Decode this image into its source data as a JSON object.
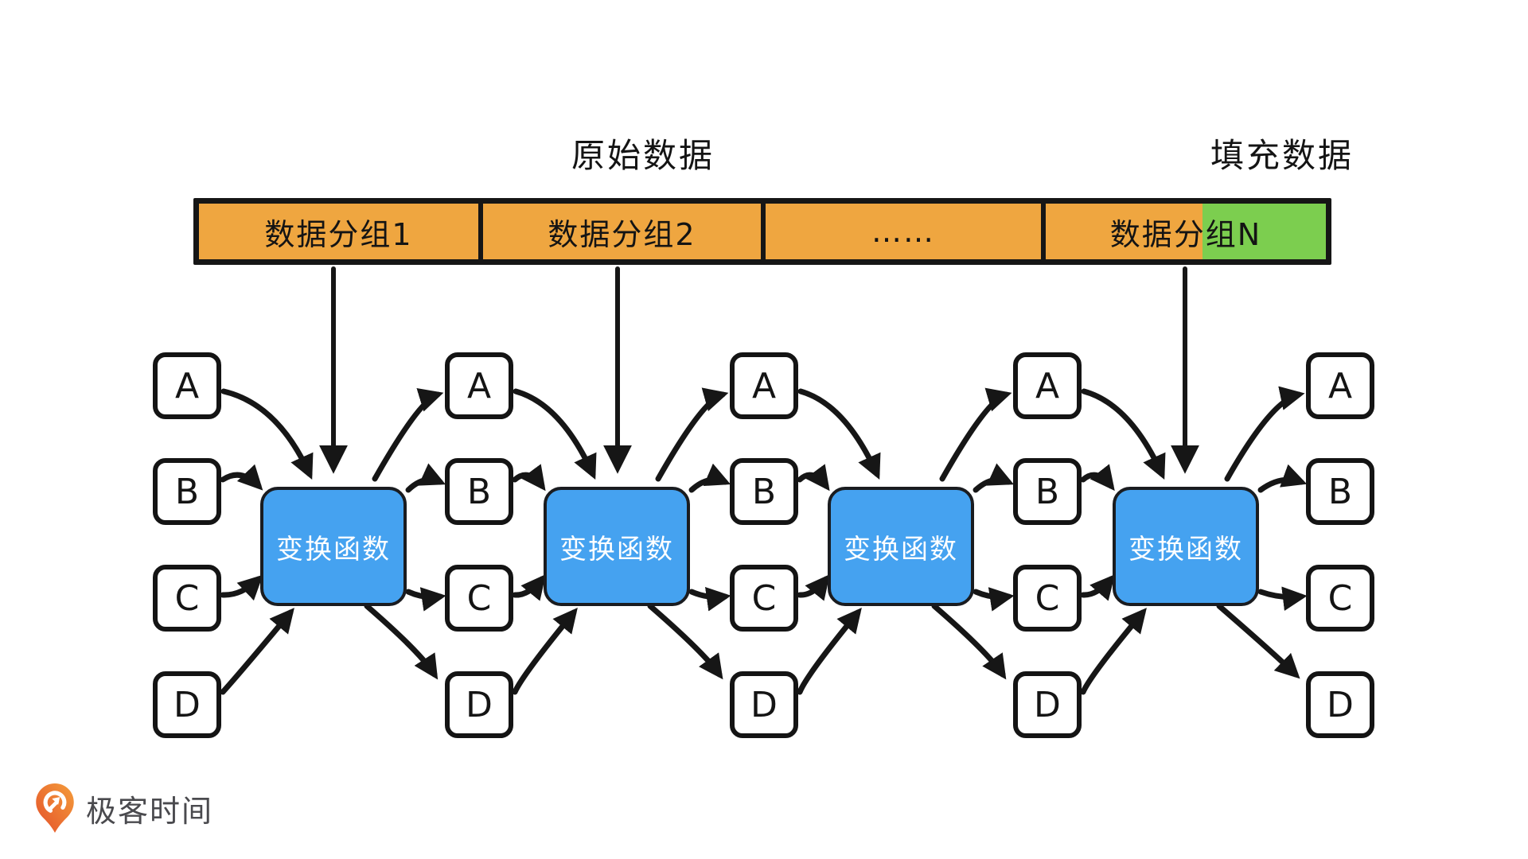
{
  "labels": {
    "original_data": "原始数据",
    "padding_data": "填充数据"
  },
  "bar": {
    "segments": [
      {
        "label": "数据分组1",
        "fill": "orange"
      },
      {
        "label": "数据分组2",
        "fill": "orange"
      },
      {
        "label": "……",
        "fill": "orange"
      },
      {
        "label": "数据分组N",
        "fill": "orange-then-green"
      }
    ]
  },
  "transform_boxes": [
    "变换函数",
    "变换函数",
    "变换函数",
    "变换函数"
  ],
  "columns": [
    [
      "A",
      "B",
      "C",
      "D"
    ],
    [
      "A",
      "B",
      "C",
      "D"
    ],
    [
      "A",
      "B",
      "C",
      "D"
    ],
    [
      "A",
      "B",
      "C",
      "D"
    ],
    [
      "A",
      "B",
      "C",
      "D"
    ]
  ],
  "logo": {
    "text": "极客时间"
  },
  "colors": {
    "bar_orange": "#EFA640",
    "padding_green": "#7CCE4F",
    "transform_blue": "#45A2F0",
    "stroke": "#161616",
    "logo_orange_dark": "#E4502A",
    "logo_orange_light": "#F49D3B",
    "logo_text": "#4A4A4E"
  }
}
